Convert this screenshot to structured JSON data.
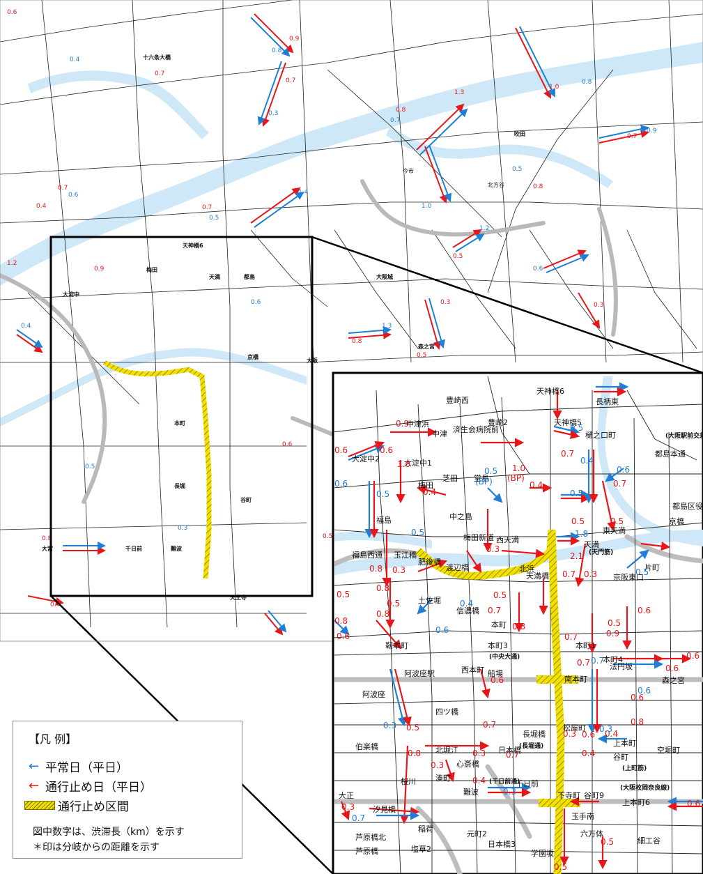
{
  "legend": {
    "title": "【凡 例】",
    "normal_day": "平常日（平日）",
    "closure_day": "通行止め日（平日）",
    "closure_section": "通行止め区間",
    "note1": "図中数字は、渋滞長（km）を示す",
    "note2": "＊印は分岐からの距離を示す"
  },
  "colors": {
    "normal_day": "#1f7fd6",
    "closure_day": "#e8161b",
    "closure_section": "#f2e000",
    "river": "#cfe8f7"
  },
  "overview_labels": [
    "十六条大橋",
    "今市",
    "北方谷",
    "吹田",
    "大阪",
    "森之宮",
    "大阪城",
    "梅田",
    "天満",
    "天神橋6",
    "大淀中",
    "大宮",
    "都島",
    "京橋",
    "本町",
    "長堀",
    "難波",
    "千日前",
    "谷町",
    "天王寺"
  ],
  "overview_numbers_red": [
    "0.6",
    "0.7",
    "0.9",
    "0.7",
    "0.8",
    "1.3",
    "1.0",
    "0.7",
    "0.4",
    "1.2",
    "0.8",
    "0.7",
    "0.5",
    "0.3",
    "0.9",
    "0.6",
    "0.8",
    "0.5",
    "0.4",
    "0.8",
    "0.5",
    "0.3",
    "0.7"
  ],
  "overview_numbers_blue": [
    "0.4",
    "0.3",
    "0.8",
    "0.6",
    "0.5",
    "1.4",
    "0.9",
    "1.2",
    "0.6",
    "1.3",
    "0.7",
    "0.5",
    "0.4",
    "0.6",
    "1.0",
    "0.5",
    "0.8",
    "0.3"
  ],
  "detail_labels": [
    "豊崎西",
    "天神橋6",
    "長柄東",
    "中津浜",
    "中津",
    "豊崎2",
    "天神橋5",
    "樋之口町",
    "済生会病院前",
    "大淀中2",
    "大淀中1",
    "都島本通",
    "都島区役所前",
    "京橋",
    "梅田",
    "芝田",
    "梅田新道",
    "天満",
    "西天満",
    "東天満",
    "片町",
    "福島",
    "福島西通",
    "堂島",
    "中之島",
    "京阪東口",
    "渡辺橋",
    "北浜",
    "玉江橋",
    "肥後橋",
    "土佐堀",
    "天満橋",
    "信濃橋",
    "本町",
    "本町1",
    "本町3",
    "本町4",
    "靭本町",
    "西本町",
    "阿波座",
    "船場",
    "南本町",
    "法円坂",
    "森之宮",
    "阿波座駅",
    "四ツ橋",
    "長堀橋",
    "松屋町",
    "上本町",
    "谷町",
    "空堀町",
    "伯楽橋",
    "北堀江",
    "心斎橋",
    "難波",
    "日本橋",
    "千日前",
    "桜川",
    "湊町",
    "元町2",
    "汐見橋",
    "下寺町",
    "谷町9",
    "玉手南",
    "日本橋3",
    "学園坂",
    "六万体",
    "上本町6",
    "細工谷",
    "大正",
    "芦原橋北",
    "芦原橋",
    "塩草2",
    "稲荷"
  ],
  "detail_numbers_red": [
    "0.9",
    "1.0",
    "1.0",
    "0.4",
    "0.4",
    "0.7",
    "0.7",
    "0.5",
    "0.5",
    "0.6",
    "0.6",
    "0.8",
    "0.3",
    "2.1",
    "0.3",
    "0.5",
    "0.3",
    "0.7",
    "0.8",
    "0.5",
    "0.7",
    "0.8",
    "0.5",
    "0.8",
    "0.6",
    "0.5",
    "0.8",
    "0.7",
    "0.6",
    "0.9",
    "0.7",
    "0.6",
    "0.6",
    "0.5",
    "0.8",
    "0.3",
    "0.7",
    "0.6",
    "0.8",
    "0.3",
    "0.4",
    "0.3",
    "0.6",
    "0.6",
    "0.6",
    "0.4",
    "0.3",
    "0.5",
    "0.5",
    "0.7",
    "0.4"
  ],
  "detail_numbers_blue": [
    "0.5",
    "0.5",
    "0.4",
    "0.5",
    "0.6",
    "0.5",
    "0.6",
    "1.8",
    "0.5",
    "0.4",
    "0.6",
    "0.3",
    "0.5",
    "0.3",
    "0.6",
    "0.7",
    "0.3",
    "0.7"
  ],
  "detail_texts": {
    "bp1": "(BP)",
    "bp2": "(BP)",
    "chuo": "(中央大通)",
    "nagahori": "(長堀通)",
    "sennichimae": "(千日前通)",
    "osaka_tanimachi": "(大阪枚岡奈良線)",
    "osaka_ekimae": "(大阪駅前交差点)",
    "ue": "(上町筋)",
    "tenmon": "(天門筋)"
  }
}
